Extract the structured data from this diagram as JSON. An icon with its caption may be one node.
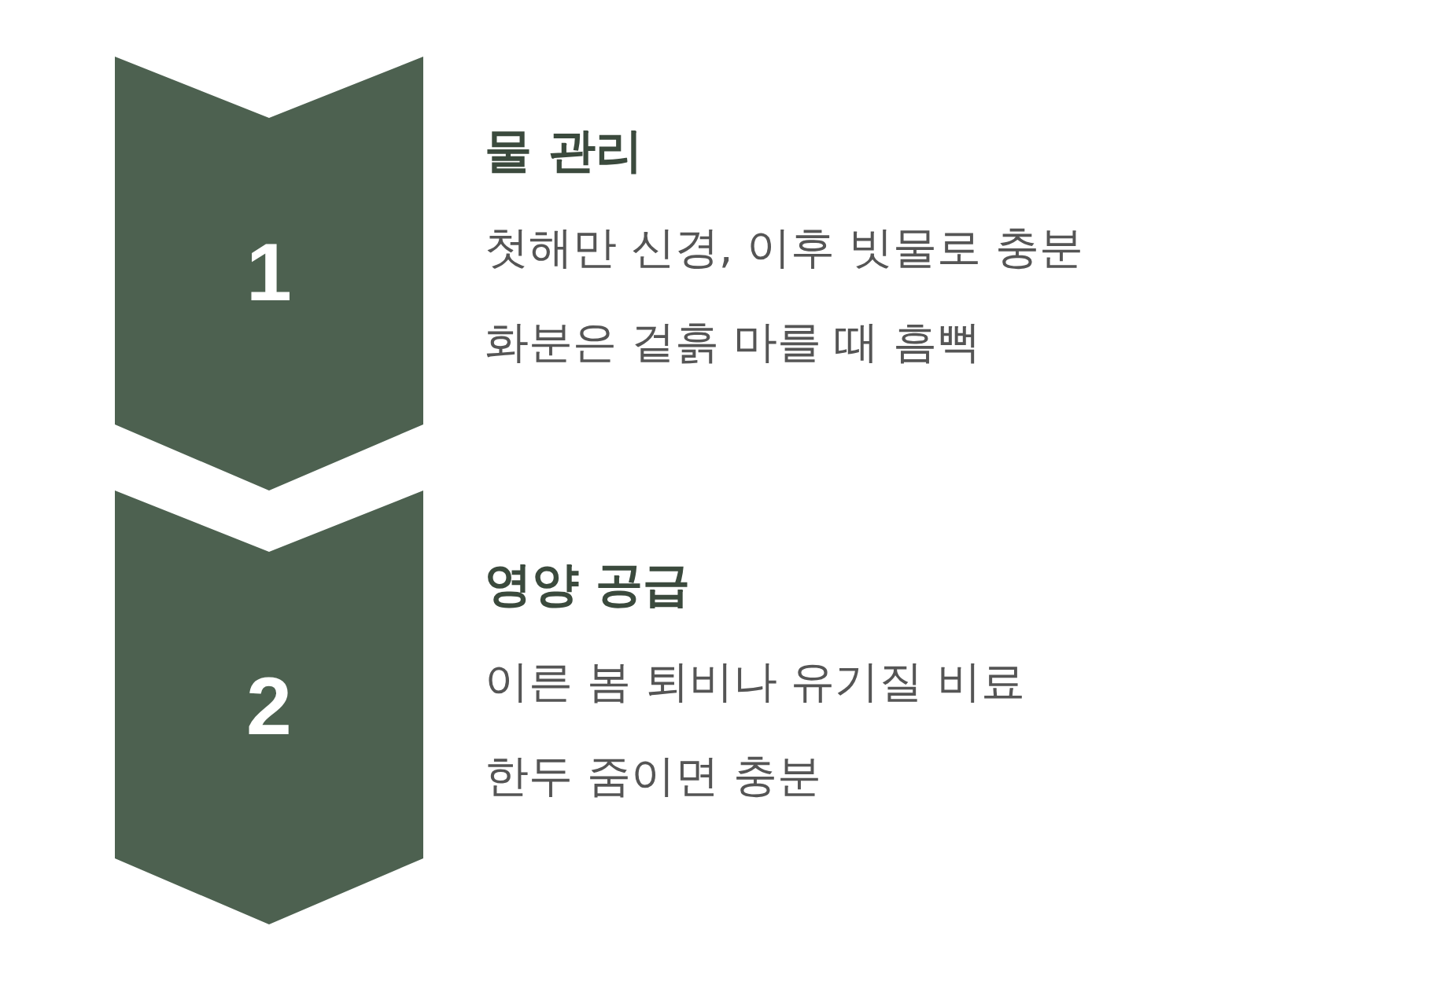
{
  "diagram": {
    "nodes": [
      {
        "text": [
          "1"
        ],
        "beside": [
          "물 관리",
          "첫해만 신경, 이후 빗물로 충분",
          "화분은 겉흙 마를 때 흠뻑"
        ]
      },
      {
        "text": [
          "2"
        ],
        "beside": [
          "영양 공급",
          "이른 봄 퇴비나 유기질 비료",
          "한두 줌이면 충분"
        ]
      }
    ]
  }
}
